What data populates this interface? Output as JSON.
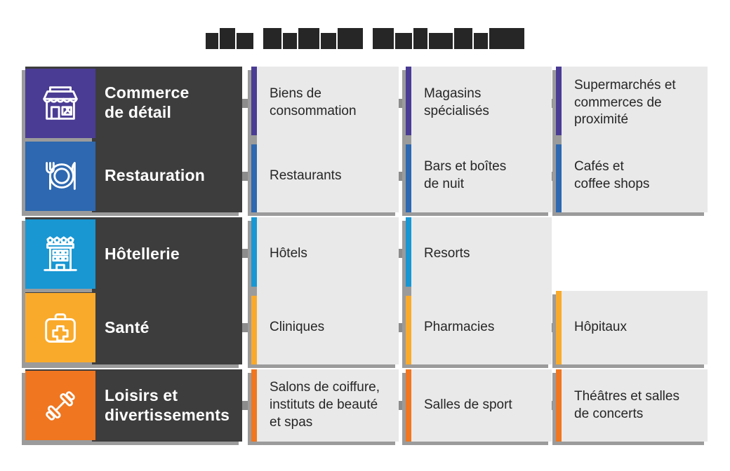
{
  "page": {
    "background": "#FFFFFF"
  },
  "title": {
    "redacted": true,
    "blocks": {
      "color": "#262626",
      "words": [
        [
          [
            18,
            23
          ],
          [
            22,
            30
          ],
          [
            24,
            23
          ]
        ],
        [
          [
            26,
            30
          ],
          [
            20,
            23
          ],
          [
            30,
            30
          ],
          [
            22,
            23
          ],
          [
            36,
            30
          ]
        ],
        [
          [
            30,
            30
          ],
          [
            24,
            23
          ],
          [
            20,
            30
          ],
          [
            34,
            23
          ],
          [
            26,
            30
          ],
          [
            20,
            23
          ],
          [
            50,
            30
          ]
        ]
      ]
    }
  },
  "colors": {
    "panel": "#3D3D3D",
    "box_background": "#E9E9E9",
    "box_text": "#262626",
    "connector": "#8C8C8C",
    "shadow": "#9B9B9B",
    "purple": "#4A3C94",
    "blue": "#2D68B0",
    "light_blue": "#1897D3",
    "yellow": "#F9AA2B",
    "orange": "#F0761F"
  },
  "sectors": [
    {
      "label": "Commerce\nde détail",
      "icon": "storefront-icon",
      "color": "#4A3C94",
      "items": [
        "Biens de\nconsommation",
        "Magasins\nspécialisés",
        "Supermarchés et\ncommerces de\nproximité"
      ]
    },
    {
      "label": "Restauration",
      "icon": "restaurant-icon",
      "color": "#2D68B0",
      "items": [
        "Restaurants",
        "Bars et boîtes\nde nuit",
        "Cafés et\ncoffee shops"
      ]
    },
    {
      "label": "Hôtellerie",
      "icon": "hotel-icon",
      "color": "#1897D3",
      "items": [
        "Hôtels",
        "Resorts",
        null
      ]
    },
    {
      "label": "Santé",
      "icon": "first-aid-icon",
      "color": "#F9AA2B",
      "items": [
        "Cliniques",
        "Pharmacies",
        "Hôpitaux"
      ]
    },
    {
      "label": "Loisirs et\ndivertissements",
      "icon": "dumbbell-icon",
      "color": "#F0761F",
      "items": [
        "Salons de coiffure,\ninstituts de beauté\net spas",
        "Salles de sport",
        "Théâtres et salles\nde concerts"
      ]
    }
  ]
}
